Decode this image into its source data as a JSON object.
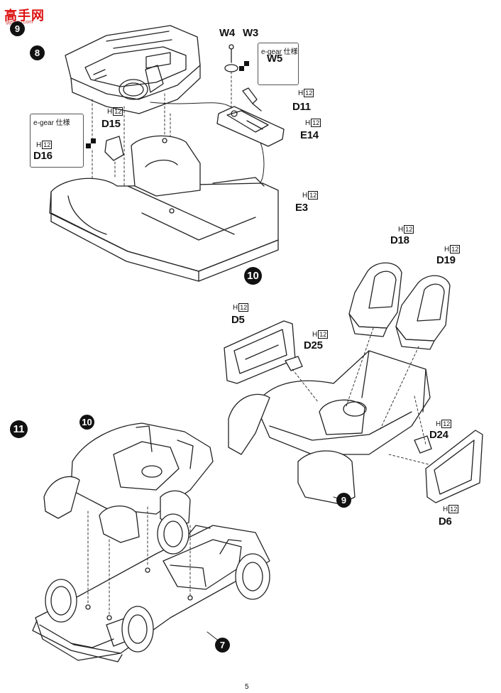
{
  "watermark": {
    "title": "高手网",
    "url": "ggshou.com"
  },
  "steps": {
    "s8": "8",
    "s9": "9",
    "s10": "10",
    "s11": "11",
    "s7": "7"
  },
  "step9_header": "9",
  "parts": {
    "W4": "W4",
    "W3": "W3",
    "W5": "W5",
    "D11": "D11",
    "E14": "E14",
    "E3": "E3",
    "D15": "D15",
    "D16": "D16",
    "D18": "D18",
    "D19": "D19",
    "D5": "D5",
    "D25": "D25",
    "D24": "D24",
    "D6": "D6"
  },
  "runner": {
    "letter": "H",
    "number": "12"
  },
  "option_note": "e-gear 仕様",
  "page_number": "5"
}
